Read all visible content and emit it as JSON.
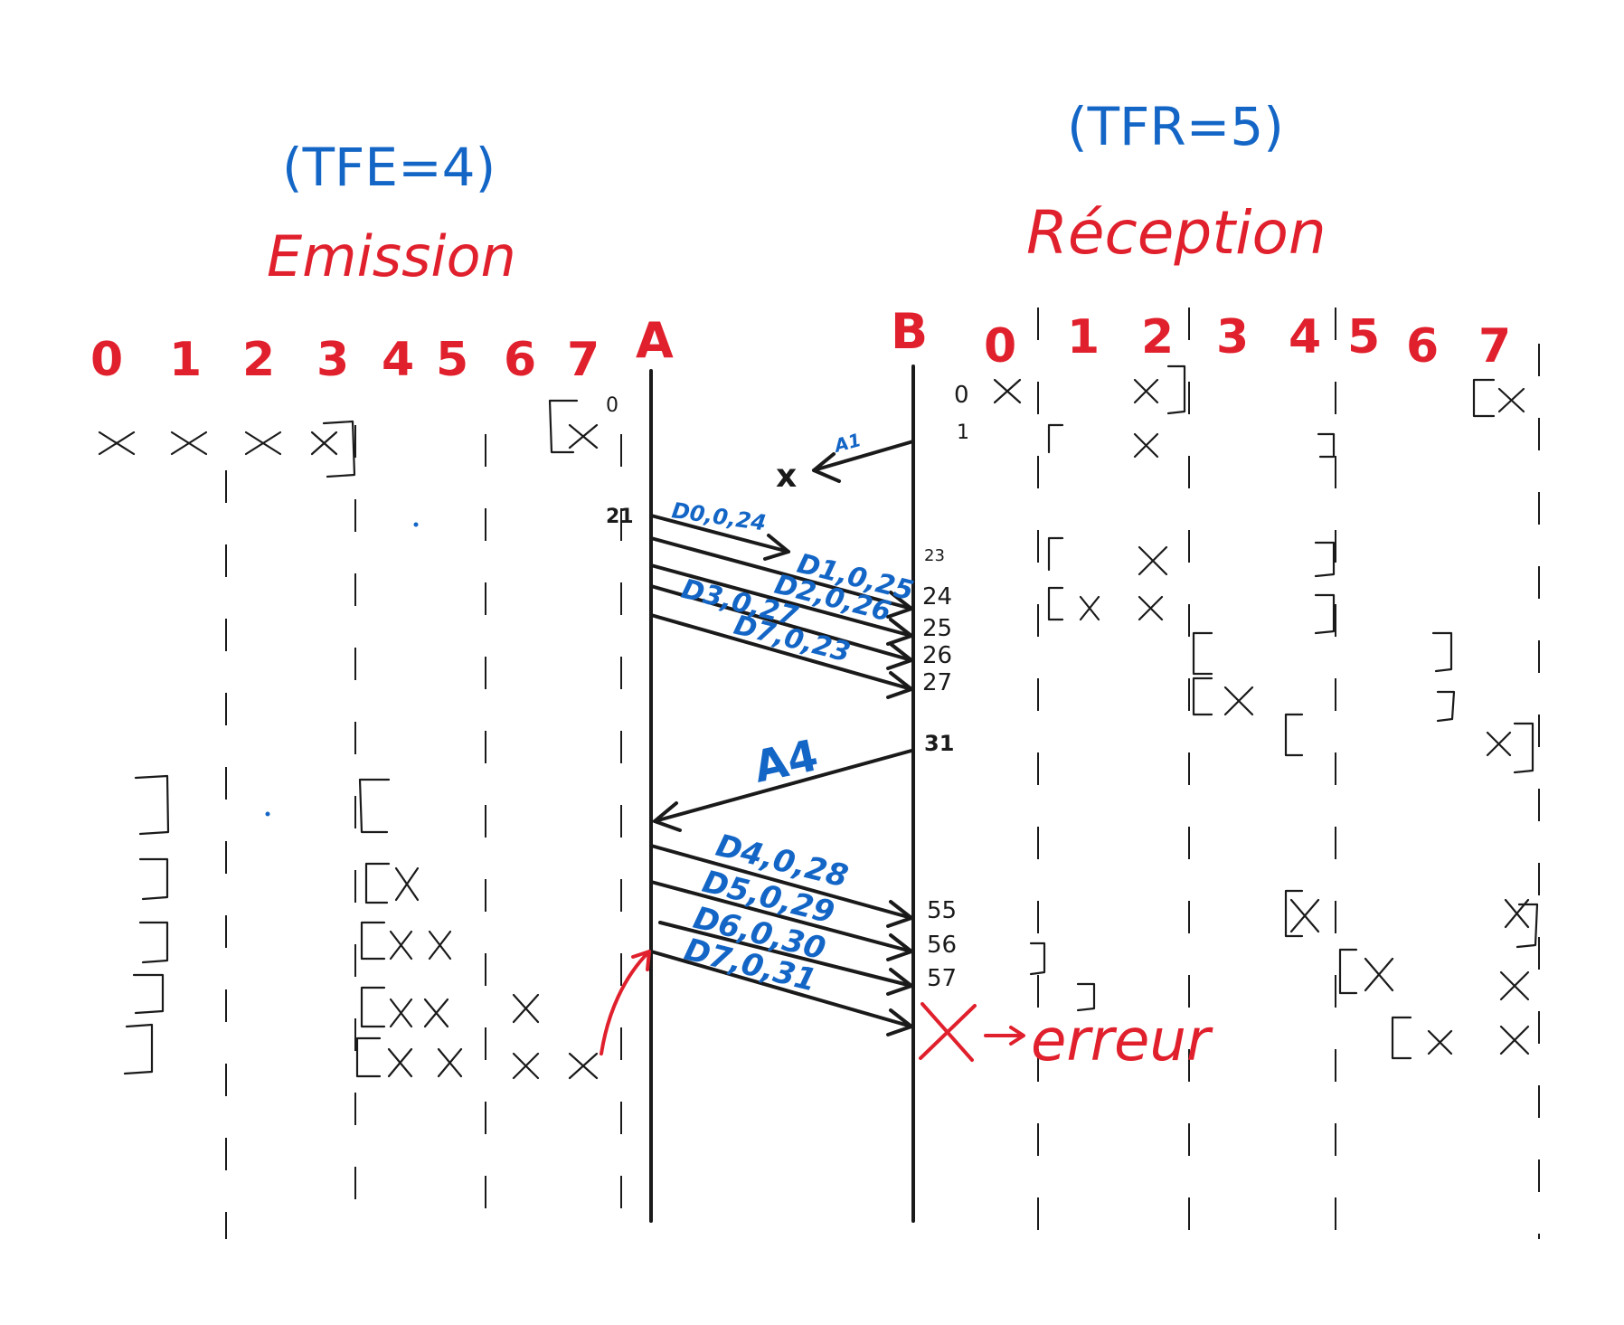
{
  "sender": {
    "window_label": "(TFE=4)",
    "title": "Emission",
    "node": "A",
    "seq_numbers": [
      "0",
      "1",
      "2",
      "3",
      "4",
      "5",
      "6",
      "7"
    ]
  },
  "receiver": {
    "window_label": "(TFR=5)",
    "title": "Réception",
    "node": "B",
    "seq_numbers": [
      "0",
      "1",
      "2",
      "3",
      "4",
      "5",
      "6",
      "7"
    ]
  },
  "messages": [
    {
      "label": "A1",
      "direction": "B→A",
      "lost": true
    },
    {
      "label": "D0,0,24",
      "direction": "A→B",
      "lost": true
    },
    {
      "label": "D1,0,25",
      "direction": "A→B"
    },
    {
      "label": "D2,0,26",
      "direction": "A→B"
    },
    {
      "label": "D3,0,27",
      "direction": "A→B"
    },
    {
      "label": "D7,0,23",
      "direction": "A→B"
    },
    {
      "label": "A4",
      "direction": "B→A"
    },
    {
      "label": "D4,0,28",
      "direction": "A→B"
    },
    {
      "label": "D5,0,29",
      "direction": "A→B"
    },
    {
      "label": "D6,0,30",
      "direction": "A→B"
    },
    {
      "label": "D7,0,31",
      "direction": "A→B",
      "error": true
    }
  ],
  "times": {
    "a": [
      "21"
    ],
    "b": [
      "1",
      "23",
      "24",
      "25",
      "26",
      "27",
      "31",
      "55",
      "56",
      "57"
    ]
  },
  "annotations": {
    "lost_mark": "x",
    "error_label": "erreur",
    "receiver_zero": "0"
  },
  "colors": {
    "red": "#e0202c",
    "blue": "#1466c6",
    "ink": "#1a1a1a"
  }
}
